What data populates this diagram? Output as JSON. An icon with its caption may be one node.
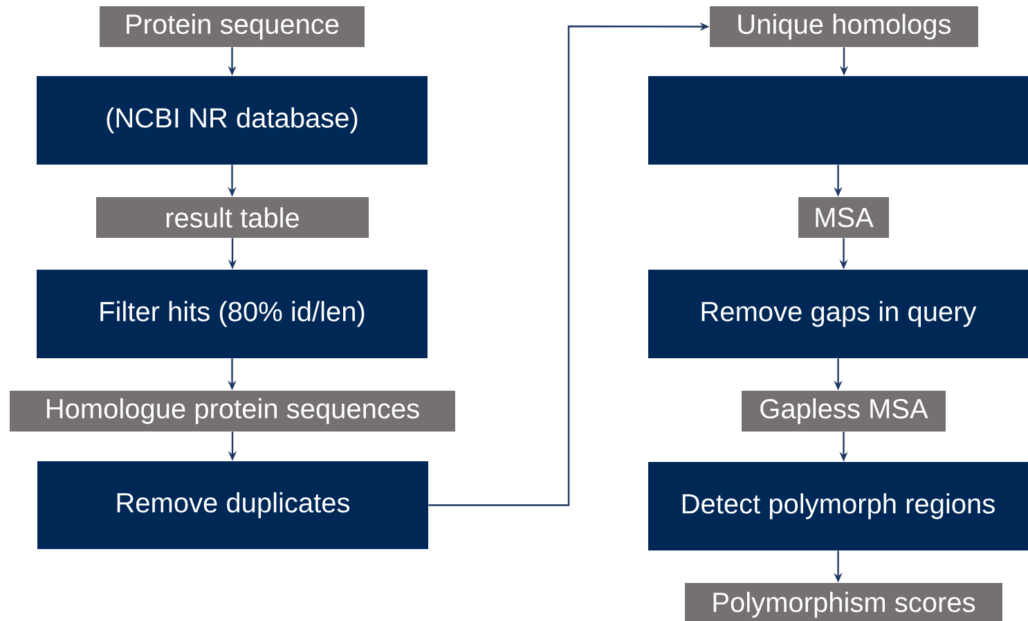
{
  "diagram": {
    "nodes": [
      {
        "text": [
          "Protein sequence"
        ]
      },
      {
        "text": [
          "(NCBI NR database)"
        ]
      },
      {
        "text": [
          "result table"
        ]
      },
      {
        "text": [
          "Filter hits (80% id/len)"
        ]
      },
      {
        "text": [
          "Homologue protein sequences"
        ]
      },
      {
        "text": [
          "Remove duplicates"
        ]
      },
      {
        "text": [
          "Unique homologs"
        ]
      },
      {
        "text": [],
        "shape": "box"
      },
      {
        "text": [
          "MSA"
        ]
      },
      {
        "text": [
          "Remove gaps in query"
        ]
      },
      {
        "text": [
          "Gapless MSA"
        ]
      },
      {
        "text": [
          "Detect polymorph regions"
        ]
      },
      {
        "text": [
          "Polymorphism scores"
        ]
      }
    ],
    "edges": [
      {
        "from": 0,
        "to": 1,
        "arrow": "to"
      },
      {
        "from": 1,
        "to": 2,
        "arrow": "to"
      },
      {
        "from": 2,
        "to": 3,
        "arrow": "to"
      },
      {
        "from": 3,
        "to": 4,
        "arrow": "to"
      },
      {
        "from": 4,
        "to": 5,
        "arrow": "to"
      },
      {
        "from": 5,
        "to": 6,
        "arrow": "to"
      },
      {
        "from": 6,
        "to": 7,
        "arrow": "to"
      },
      {
        "from": 7,
        "to": 8,
        "arrow": "to"
      },
      {
        "from": 8,
        "to": 9,
        "arrow": "to"
      },
      {
        "from": 9,
        "to": 10,
        "arrow": "to"
      },
      {
        "from": 10,
        "to": 11,
        "arrow": "to"
      },
      {
        "from": 11,
        "to": 12,
        "arrow": "to"
      }
    ]
  }
}
